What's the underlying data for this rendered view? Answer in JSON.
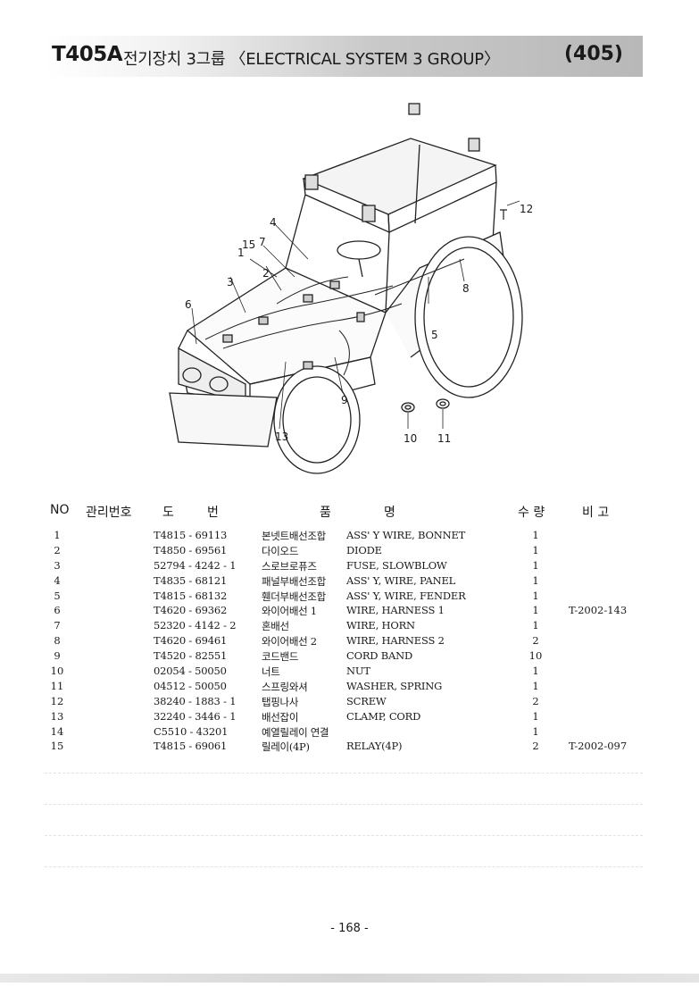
{
  "header": {
    "model": "T405A",
    "title": "전기장치 3그룹 〈ELECTRICAL SYSTEM 3 GROUP〉",
    "page_code": "(405)"
  },
  "diagram": {
    "callouts": [
      "1",
      "2",
      "3",
      "4",
      "5",
      "6",
      "7",
      "8",
      "9",
      "10",
      "11",
      "12",
      "13",
      "15"
    ]
  },
  "table": {
    "headers": {
      "no": "NO",
      "mgmt": "관리번호",
      "do": "도",
      "beon": "번",
      "pum": "품",
      "myeong": "명",
      "qty": "수 량",
      "remark": "비 고"
    },
    "rows": [
      {
        "no": "1",
        "part": "T4815 - 69113",
        "kr": "본넷트배선조합",
        "en": "ASS' Y WIRE, BONNET",
        "qty": "1",
        "remark": ""
      },
      {
        "no": "2",
        "part": "T4850 - 69561",
        "kr": "다이오드",
        "en": "DIODE",
        "qty": "1",
        "remark": ""
      },
      {
        "no": "3",
        "part": "52794 - 4242 - 1",
        "kr": "스로브로퓨즈",
        "en": "FUSE, SLOWBLOW",
        "qty": "1",
        "remark": ""
      },
      {
        "no": "4",
        "part": "T4835 - 68121",
        "kr": "패널부배선조합",
        "en": "ASS' Y, WIRE, PANEL",
        "qty": "1",
        "remark": ""
      },
      {
        "no": "5",
        "part": "T4815 - 68132",
        "kr": "휀더부배선조합",
        "en": "ASS' Y, WIRE, FENDER",
        "qty": "1",
        "remark": ""
      },
      {
        "no": "6",
        "part": "T4620 - 69362",
        "kr": "와이어배선 1",
        "en": "WIRE, HARNESS 1",
        "qty": "1",
        "remark": "T-2002-143"
      },
      {
        "no": "7",
        "part": "52320 - 4142 - 2",
        "kr": "혼배선",
        "en": "WIRE, HORN",
        "qty": "1",
        "remark": ""
      },
      {
        "no": "8",
        "part": "T4620 - 69461",
        "kr": "와이어배선 2",
        "en": "WIRE, HARNESS 2",
        "qty": "2",
        "remark": ""
      },
      {
        "no": "9",
        "part": "T4520 - 82551",
        "kr": "코드밴드",
        "en": "CORD BAND",
        "qty": "10",
        "remark": ""
      },
      {
        "no": "10",
        "part": "02054 - 50050",
        "kr": "너트",
        "en": "NUT",
        "qty": "1",
        "remark": ""
      },
      {
        "no": "11",
        "part": "04512 - 50050",
        "kr": "스프링와셔",
        "en": "WASHER, SPRING",
        "qty": "1",
        "remark": ""
      },
      {
        "no": "12",
        "part": "38240 - 1883 - 1",
        "kr": "탭핑나사",
        "en": "SCREW",
        "qty": "2",
        "remark": ""
      },
      {
        "no": "13",
        "part": "32240 - 3446 - 1",
        "kr": "배선잡이",
        "en": "CLAMP, CORD",
        "qty": "1",
        "remark": ""
      },
      {
        "no": "14",
        "part": "C5510 - 43201",
        "kr": "예열릴레이 연결",
        "en": "",
        "qty": "1",
        "remark": ""
      },
      {
        "no": "15",
        "part": "T4815 - 69061",
        "kr": "릴레이(4P)",
        "en": "RELAY(4P)",
        "qty": "2",
        "remark": "T-2002-097"
      }
    ]
  },
  "footer": {
    "page_number": "- 168 -"
  }
}
